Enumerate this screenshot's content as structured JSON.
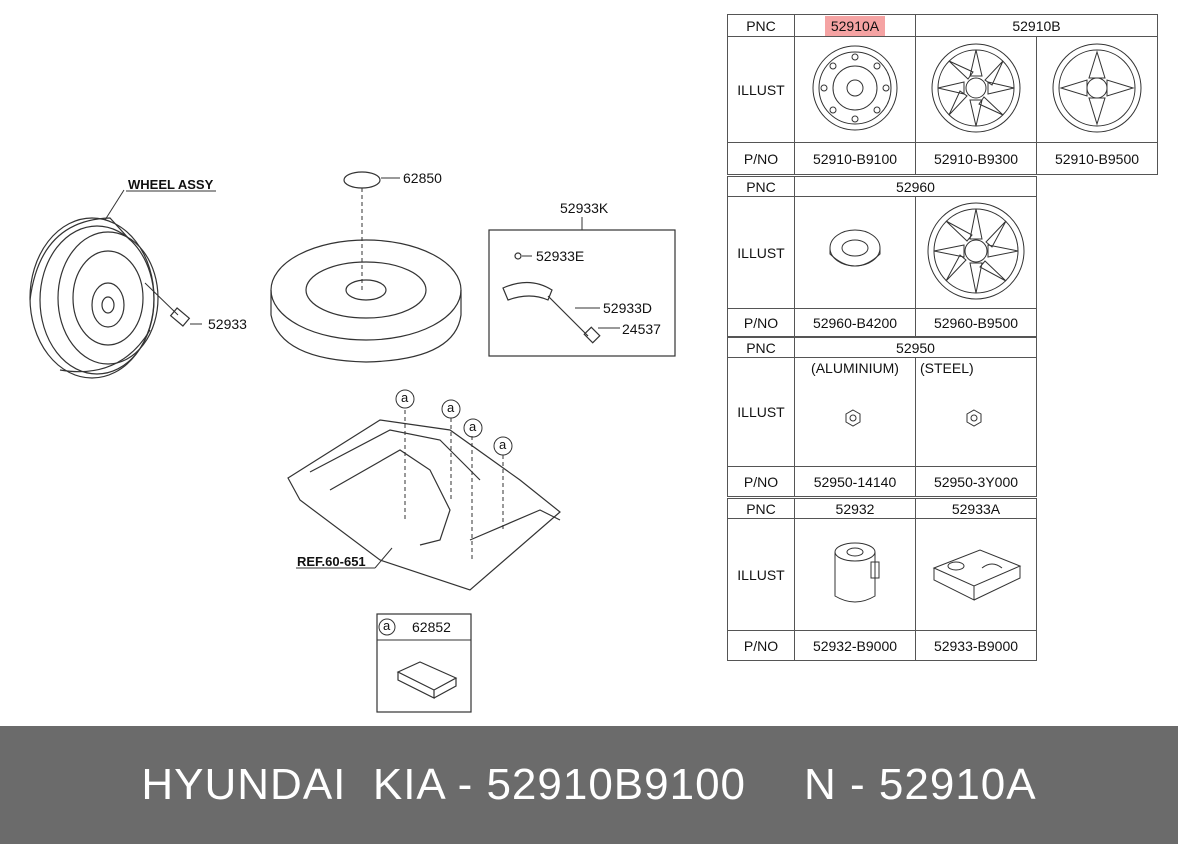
{
  "diagram": {
    "labels": {
      "wheel_assy": "WHEEL ASSY",
      "p52933": "52933",
      "p62850": "62850",
      "p52933k": "52933K",
      "p52933e": "52933E",
      "p52933d": "52933D",
      "p24537": "24537",
      "ref": "REF.60-651",
      "callout_a": "a",
      "p62852": "62852"
    }
  },
  "table": {
    "pnc_label": "PNC",
    "illust_label": "ILLUST",
    "pno_label": "P/NO",
    "group1": {
      "pnc_a": "52910A",
      "pnc_b": "52910B",
      "parts": [
        "52910-B9100",
        "52910-B9300",
        "52910-B9500"
      ]
    },
    "group2": {
      "pnc": "52960",
      "parts": [
        "52960-B4200",
        "52960-B9500"
      ]
    },
    "group3": {
      "pnc": "52950",
      "sub": [
        "(ALUMINIUM)",
        "(STEEL)"
      ],
      "parts": [
        "52950-14140",
        "52950-3Y000"
      ]
    },
    "group4": {
      "pnc": [
        "52932",
        "52933A"
      ],
      "parts": [
        "52932-B9000",
        "52933-B9000"
      ]
    }
  },
  "footer": {
    "left": "HYUNDAI  KIA - 52910B9100",
    "right": "N - 52910A"
  },
  "colors": {
    "highlight": "#f5a3a3",
    "footer_bg": "#6b6b6b"
  }
}
